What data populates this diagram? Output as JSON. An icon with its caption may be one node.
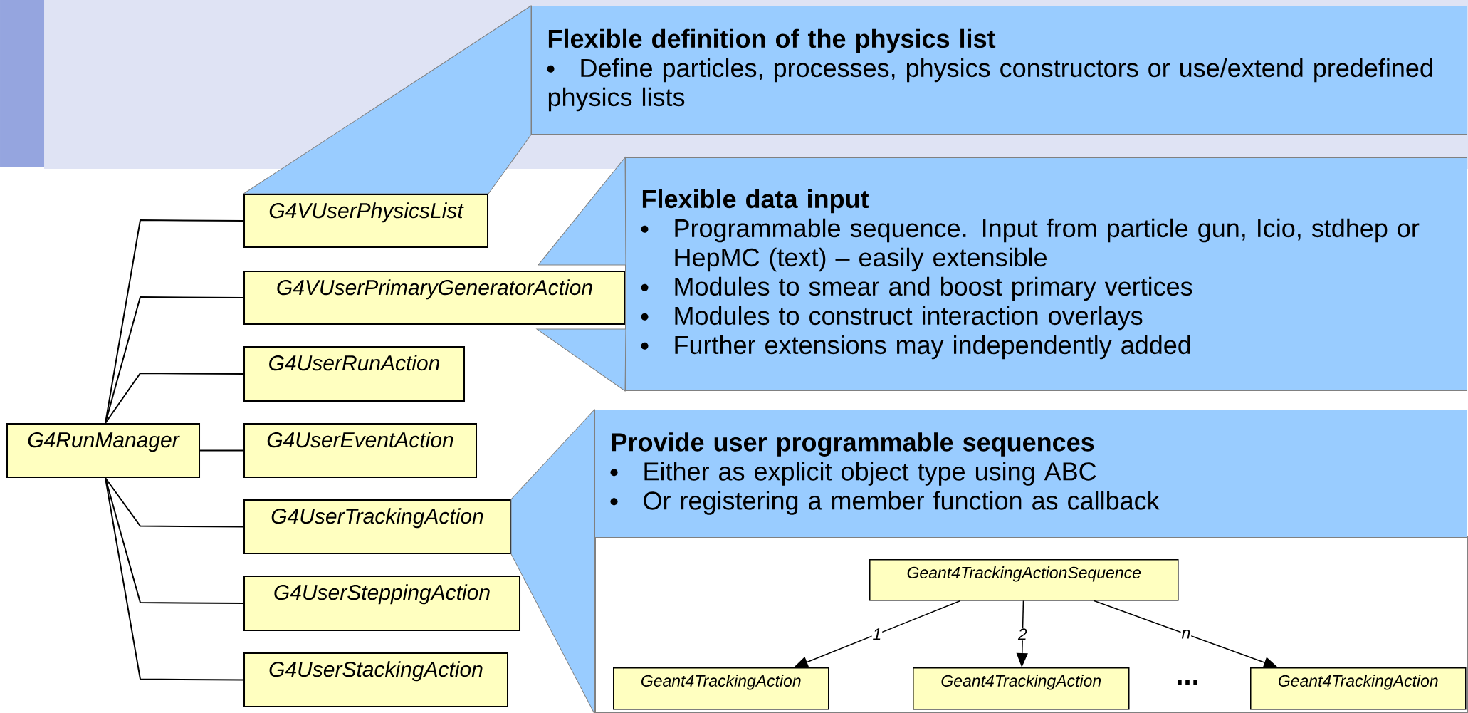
{
  "diagram": {
    "nodes": [
      {
        "text": [
          "G4RunManager"
        ]
      },
      {
        "text": [
          "G4VUserPhysicsList"
        ]
      },
      {
        "text": [
          "G4VUserPrimaryGeneratorAction"
        ]
      },
      {
        "text": [
          "G4UserRunAction"
        ]
      },
      {
        "text": [
          "G4UserEventAction"
        ]
      },
      {
        "text": [
          "G4UserTrackingAction"
        ]
      },
      {
        "text": [
          "G4UserSteppingAction"
        ]
      },
      {
        "text": [
          "G4UserStackingAction"
        ]
      },
      {
        "text": [
          "Flexible definition of the physics list",
          "Define particles, processes, physics constructors or use/extend predefined physics lists"
        ]
      },
      {
        "text": [
          "Flexible data input",
          "Programmable sequence. Input from particle gun, Icio, stdhep or HepMC (text) – easily extensible",
          "Modules to smear and boost primary vertices",
          "Modules to construct interaction overlays",
          "Further extensions may independently added"
        ]
      },
      {
        "text": [
          "Provide user programmable sequences",
          "Either as explicit object type using ABC",
          "Or registering a member function as callback"
        ]
      },
      {
        "text": [
          "Geant4TrackingActionSequence"
        ]
      },
      {
        "text": [
          "Geant4TrackingAction"
        ]
      },
      {
        "text": [
          "Geant4TrackingAction"
        ]
      },
      {
        "text": [
          "Geant4TrackingAction"
        ]
      }
    ],
    "edges": [
      {
        "from": 0,
        "to": 1,
        "arrow": "none"
      },
      {
        "from": 0,
        "to": 2,
        "arrow": "none"
      },
      {
        "from": 0,
        "to": 3,
        "arrow": "none"
      },
      {
        "from": 0,
        "to": 4,
        "arrow": "none"
      },
      {
        "from": 0,
        "to": 5,
        "arrow": "none"
      },
      {
        "from": 0,
        "to": 6,
        "arrow": "none"
      },
      {
        "from": 0,
        "to": 7,
        "arrow": "none"
      },
      {
        "from": 8,
        "to": 1,
        "arrow": "to",
        "color": "#99ccff"
      },
      {
        "from": 9,
        "to": 2,
        "arrow": "to",
        "color": "#99ccff"
      },
      {
        "from": 10,
        "to": 5,
        "arrow": "to",
        "color": "#99ccff"
      },
      {
        "from": 11,
        "to": 12,
        "arrow": "to",
        "label": "1"
      },
      {
        "from": 11,
        "to": 13,
        "arrow": "to",
        "label": "2"
      },
      {
        "from": 11,
        "to": 14,
        "arrow": "to",
        "label": "n"
      }
    ],
    "labels": [
      "..."
    ]
  }
}
